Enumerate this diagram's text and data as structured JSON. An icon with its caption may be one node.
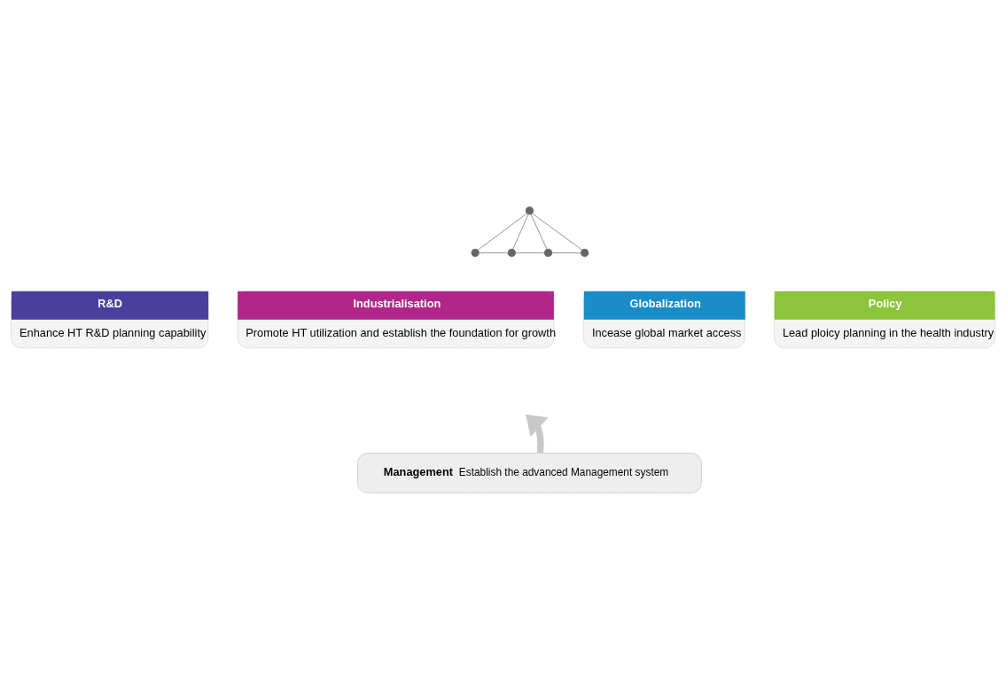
{
  "diagram": {
    "nodes": [
      {
        "text": [],
        "shape": "circle"
      },
      {
        "text": [],
        "shape": "circle"
      },
      {
        "text": [],
        "shape": "circle"
      },
      {
        "text": [],
        "shape": "circle"
      },
      {
        "text": [],
        "shape": "circle"
      },
      {
        "text": [
          "R&D",
          "Enhance HT R&D planning capability"
        ]
      },
      {
        "text": [
          "Industrialisation",
          "Promote HT utilization and establish the foundation for growth"
        ]
      },
      {
        "text": [
          "Globalization",
          "Incease global market access"
        ]
      },
      {
        "text": [
          "Policy",
          "Lead ploicy planning in the health industry"
        ]
      },
      {
        "text": [
          "Management",
          "Establish the advanced Management system"
        ]
      }
    ],
    "edges": [
      {
        "from": 0,
        "to": 1,
        "arrow": "none"
      },
      {
        "from": 0,
        "to": 2,
        "arrow": "none"
      },
      {
        "from": 0,
        "to": 3,
        "arrow": "none"
      },
      {
        "from": 0,
        "to": 4,
        "arrow": "none"
      },
      {
        "from": 1,
        "to": 2,
        "arrow": "none"
      },
      {
        "from": 2,
        "to": 3,
        "arrow": "none"
      },
      {
        "from": 3,
        "to": 4,
        "arrow": "none"
      },
      {
        "from": 9,
        "to": null,
        "arrow": "to",
        "style": "thick",
        "color": "#c8c8c8"
      }
    ]
  }
}
